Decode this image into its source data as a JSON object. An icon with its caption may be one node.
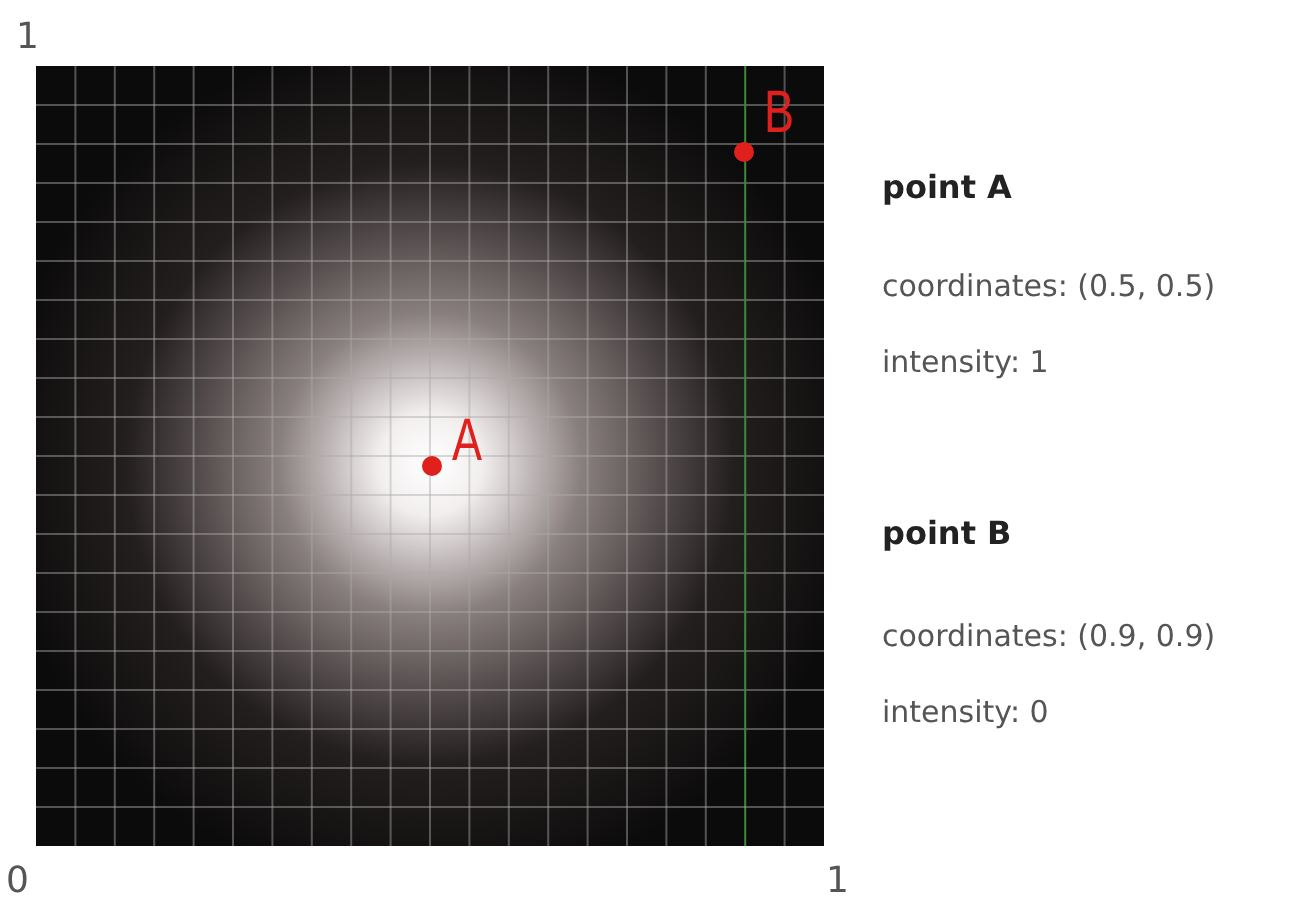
{
  "diagram": {
    "labels": [
      "1",
      "B",
      "A",
      "point A",
      "coordinates: (0.5, 0.5)",
      "intensity: 1",
      "point B",
      "coordinates: (0.9, 0.9)",
      "intensity: 0",
      "0",
      "1"
    ]
  }
}
